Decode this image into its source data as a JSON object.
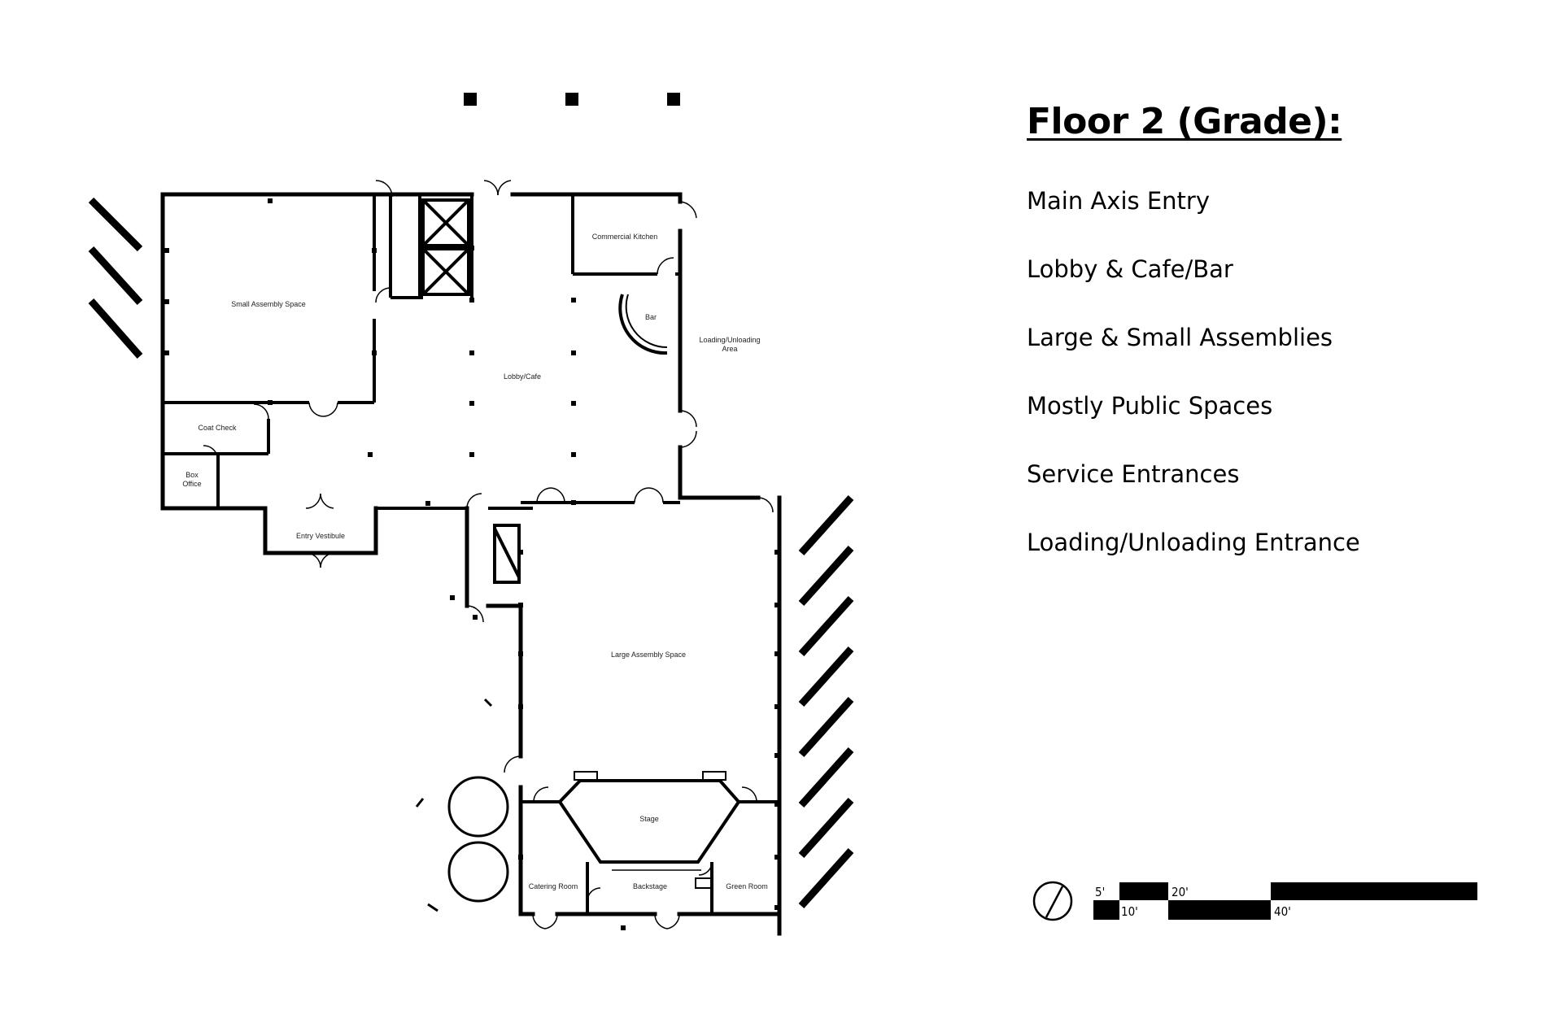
{
  "heading": {
    "title": "Floor 2 (Grade):"
  },
  "features": [
    {
      "label": "Main Axis Entry"
    },
    {
      "label": "Lobby & Cafe/Bar"
    },
    {
      "label": "Large & Small Assemblies"
    },
    {
      "label": "Mostly Public Spaces"
    },
    {
      "label": "Service Entrances"
    },
    {
      "label": "Loading/Unloading Entrance"
    }
  ],
  "rooms": {
    "small_assembly": "Small Assembly Space",
    "commercial_kitchen": "Commercial Kitchen",
    "bar": "Bar",
    "loading_area_1": "Loading/Unloading",
    "loading_area_2": "Area",
    "lobby": "Lobby/Cafe",
    "coat_check": "Coat Check",
    "box_office_1": "Box",
    "box_office_2": "Office",
    "entry_vestibule": "Entry Vestibule",
    "large_assembly": "Large Assembly Space",
    "stage": "Stage",
    "catering_room": "Catering Room",
    "backstage": "Backstage",
    "green_room": "Green Room"
  },
  "scale_bar": {
    "label_5": "5'",
    "label_10": "10'",
    "label_20": "20'",
    "label_40": "40'"
  },
  "colors": {
    "ink": "#000000",
    "background": "#ffffff"
  }
}
